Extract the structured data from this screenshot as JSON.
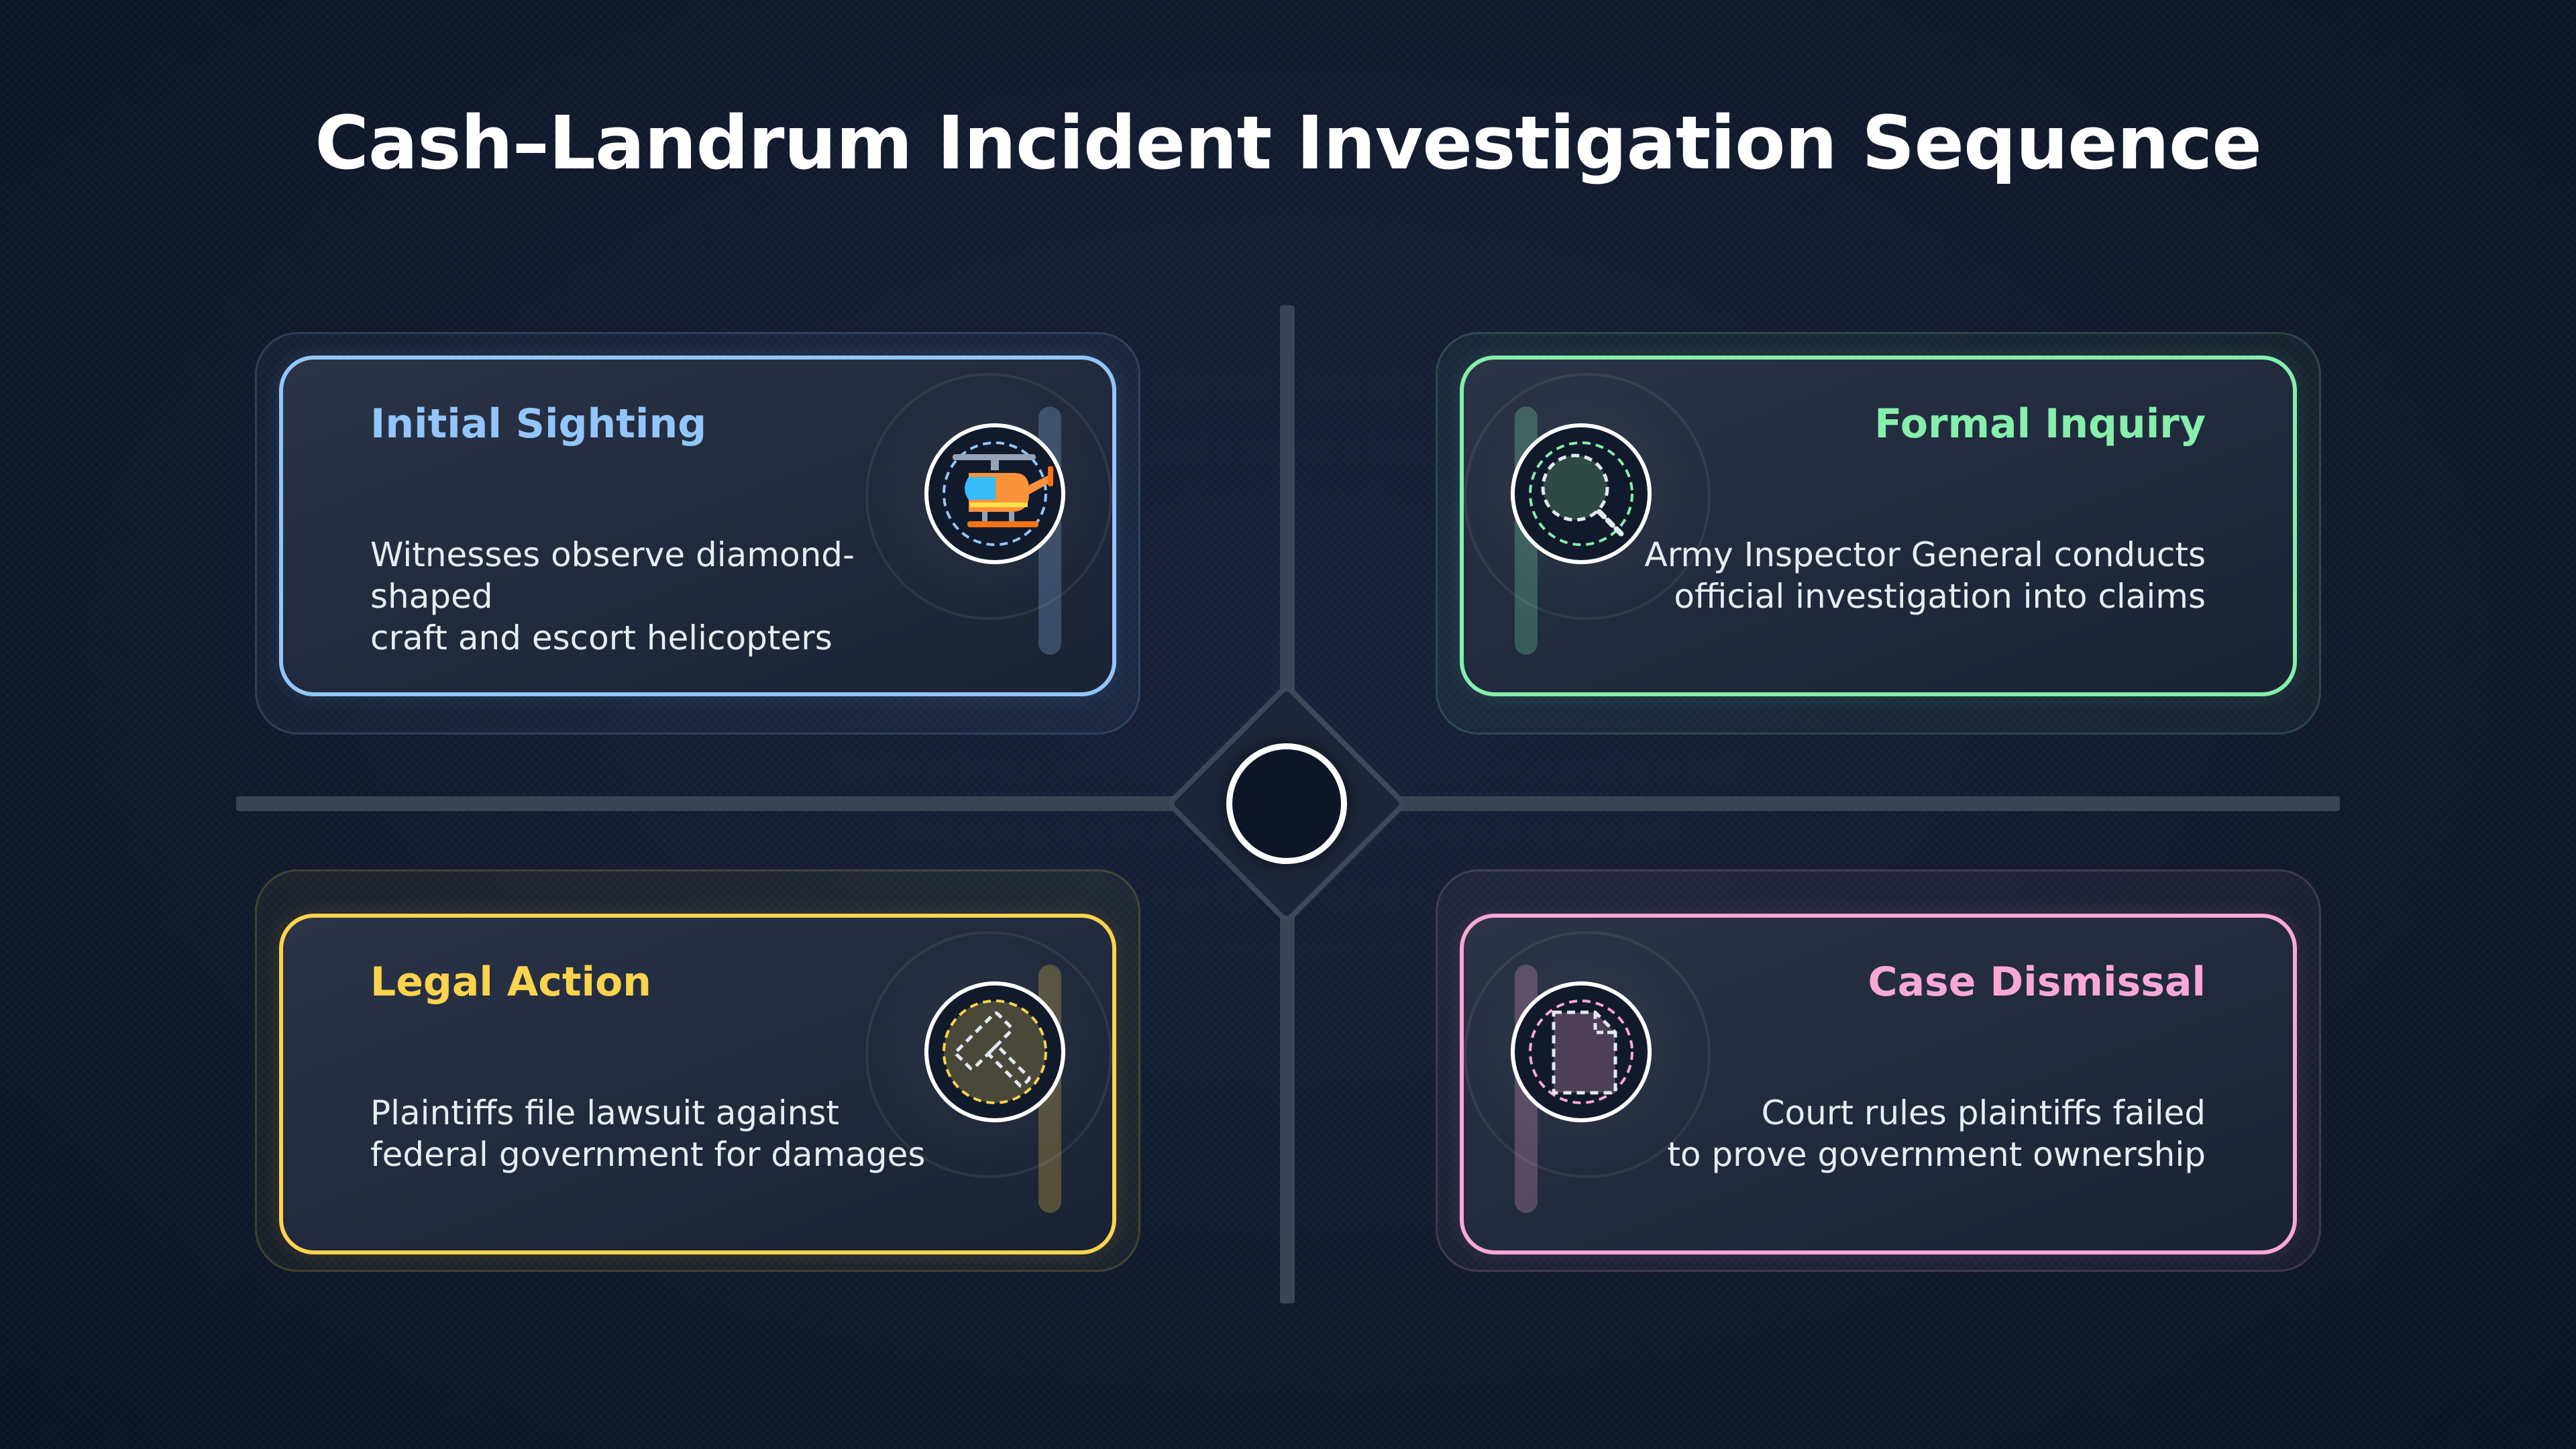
{
  "title": "Cash–Landrum Incident Investigation Sequence",
  "steps": [
    {
      "title": "Initial Sighting",
      "desc": "Witnesses observe diamond-shaped\ncraft and escort helicopters",
      "icon": "helicopter-icon",
      "color": "#93c5fd"
    },
    {
      "title": "Formal Inquiry",
      "desc": "Army Inspector General conducts\nofficial investigation into claims",
      "icon": "magnifier-icon",
      "color": "#86efac"
    },
    {
      "title": "Legal Action",
      "desc": "Plaintiffs file lawsuit against\nfederal government for damages",
      "icon": "gavel-icon",
      "color": "#fcd34d"
    },
    {
      "title": "Case Dismissal",
      "desc": "Court rules plaintiffs failed\nto prove government ownership",
      "icon": "document-icon",
      "color": "#f9a8d4"
    }
  ]
}
